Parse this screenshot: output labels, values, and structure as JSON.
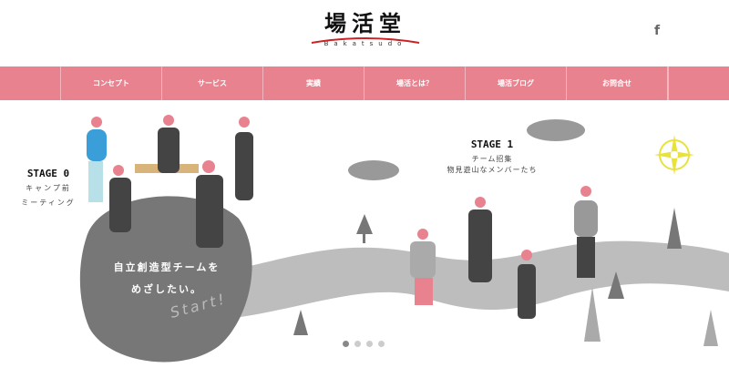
{
  "header": {
    "logo_text": "場活堂",
    "logo_sub": "Bakatsudo",
    "facebook_label": "f"
  },
  "nav": {
    "items": [
      {
        "label": "コンセプト"
      },
      {
        "label": "サービス"
      },
      {
        "label": "実績"
      },
      {
        "label": "場活とは？"
      },
      {
        "label": "場活ブログ"
      },
      {
        "label": "お問合せ"
      }
    ]
  },
  "hero": {
    "stage0": {
      "title": "STAGE 0",
      "line1": "キャンプ前",
      "line2": "ミーティング"
    },
    "stage1": {
      "title": "STAGE 1",
      "line1": "チーム招集",
      "line2": "物見遊山なメンバーたち"
    },
    "blob_line1": "自立創造型チームを",
    "blob_line2": "めざしたい。",
    "start_text": "Start!",
    "slides": {
      "count": 4,
      "active": 1
    }
  },
  "colors": {
    "nav": "#e8828f",
    "blob": "#777777",
    "road": "#bdbdbd",
    "accent": "#e8e23a"
  }
}
